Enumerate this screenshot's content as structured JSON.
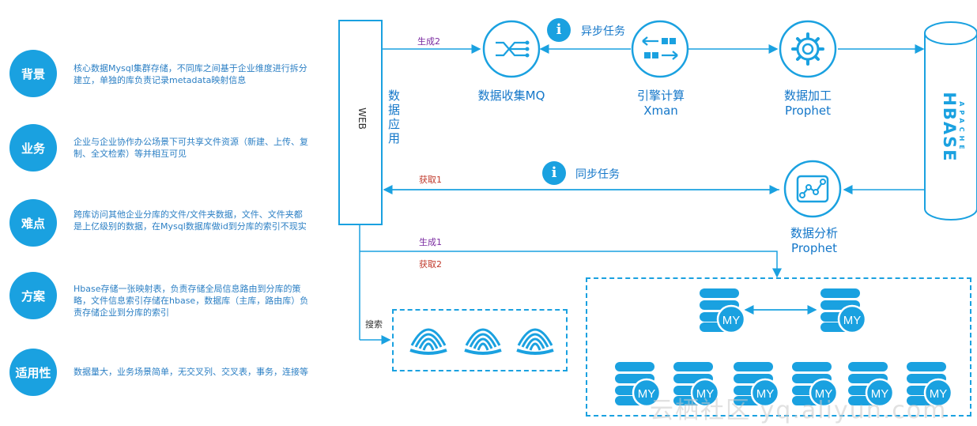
{
  "rows": [
    {
      "title": "背景",
      "text": "核心数据Mysql集群存储，不同库之间基于企业维度进行拆分建立，单独的库负责记录metadata映射信息"
    },
    {
      "title": "业务",
      "text": "企业与企业协作办公场景下可共享文件资源（新建、上传、复制、全文检索）等并相互可见"
    },
    {
      "title": "难点",
      "text": "跨库访问其他企业分库的文件/文件夹数据，文件、文件夹都是上亿级别的数据，在Mysql数据库做id到分库的索引不现实"
    },
    {
      "title": "方案",
      "text": "Hbase存储一张映射表，负责存储全局信息路由到分库的策略，文件信息索引存储在hbase，数据库（主库，路由库）负责存储企业到分库的索引"
    },
    {
      "title": "适用性",
      "text": "数据量大，业务场景简单，无交叉列、交叉表，事务，连接等"
    }
  ],
  "web": {
    "label": "WEB",
    "side_label": "数据应用"
  },
  "nodes": {
    "mq": {
      "label": "数据收集MQ"
    },
    "xman": {
      "label": "引擎计算",
      "sub": "Xman"
    },
    "prophet1": {
      "label": "数据加工",
      "sub": "Prophet"
    },
    "hbase": {
      "brand": "APACHE",
      "name": "HBASE"
    },
    "analysis": {
      "label": "数据分析",
      "sub": "Prophet"
    }
  },
  "tasks": {
    "async": "异步任务",
    "sync": "同步任务"
  },
  "edges": {
    "gen2": "生成2",
    "get1": "获取1",
    "gen1": "生成1",
    "get2": "获取2",
    "search": "搜索"
  },
  "db_label": "MY",
  "watermark": "云栖社区 yq.aliyun.com",
  "colors": {
    "accent": "#1aa1e0",
    "purple": "#7a2aa0",
    "red": "#c0392b"
  }
}
